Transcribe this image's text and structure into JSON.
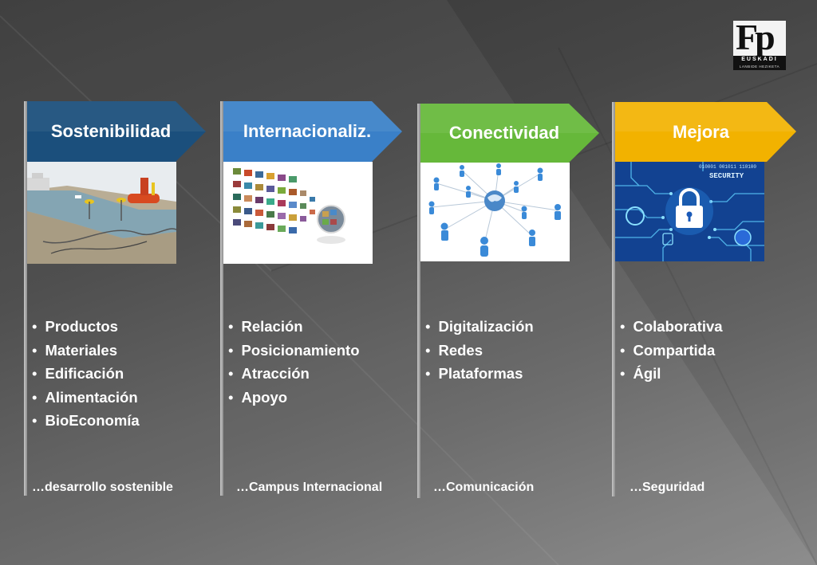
{
  "logo": {
    "mark": "Fp",
    "line1": "EUSKADI",
    "line2": "LANBIDE HEZIKETA"
  },
  "columns": [
    {
      "title": "Sostenibilidad",
      "color": "#1b4f7c",
      "image": "offshore-energy-illustration",
      "items": [
        "Productos",
        "Materiales",
        "Edificación",
        "Alimentación",
        "BioEconomía"
      ],
      "footer": "…desarrollo sostenible"
    },
    {
      "title": "Internacionaliz.",
      "color": "#3a80c8",
      "image": "image-grid-sphere",
      "items": [
        "Relación",
        "Posicionamiento",
        "Atracción",
        "Apoyo"
      ],
      "footer": "…Campus Internacional"
    },
    {
      "title": "Conectividad",
      "color": "#66b83a",
      "image": "people-network-globe",
      "items": [
        "Digitalización",
        "Redes",
        "Plataformas"
      ],
      "footer": "…Comunicación"
    },
    {
      "title": "Mejora",
      "color": "#f2b200",
      "image": "security-padlock-circuit",
      "items": [
        "Colaborativa",
        "Compartida",
        "Ágil"
      ],
      "footer": "…Seguridad"
    }
  ],
  "security_text": "SECURITY",
  "binary_text": "010001 001011 110100"
}
